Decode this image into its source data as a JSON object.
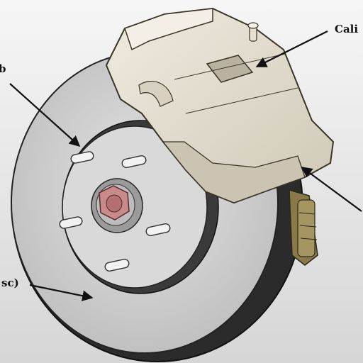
{
  "diagram": {
    "labels": {
      "caliper": "Cali",
      "hub": "b",
      "rotor": "sc)"
    },
    "colors": {
      "background_top": "#f4f4f4",
      "background_bottom": "#d8d8d8",
      "rotor_face": "#cfcfcf",
      "rotor_edge": "#2c2c2c",
      "caliper_body": "#e8e2d5",
      "caliper_shadow": "#bdb6a6",
      "lug_nut": "#c9898a",
      "brake_pad": "#8a7a4a"
    },
    "icons": [
      "brake-rotor-illustration",
      "brake-caliper-illustration",
      "lug-nut-illustration"
    ]
  }
}
